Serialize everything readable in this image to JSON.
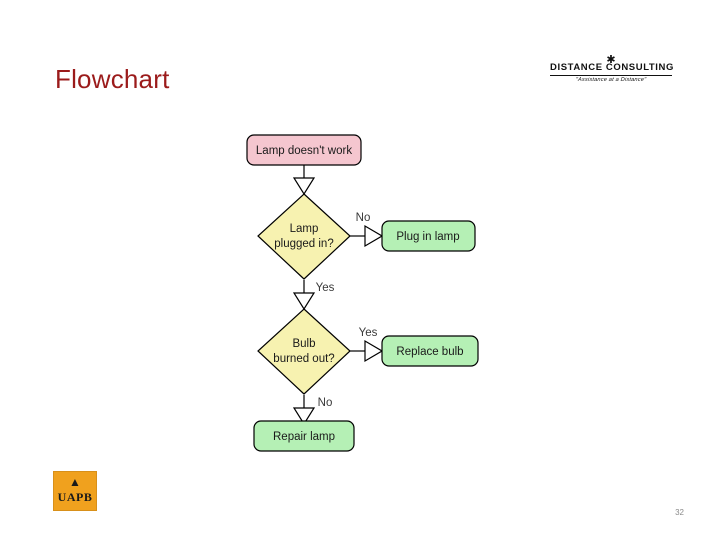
{
  "slide": {
    "title": "Flowchart",
    "title_color": "#9b1b1b",
    "page_number": "32"
  },
  "brand": {
    "name": "DISTANCE CONSULTING",
    "tagline": "\"Assistance at a Distance\"",
    "star_icon": "star-icon"
  },
  "org_logo": {
    "letters": "UAPB",
    "mark": "mountain-icon",
    "bg_color": "#f0a11e"
  },
  "chart_data": {
    "type": "flowchart",
    "title": "Flowchart",
    "nodes": [
      {
        "id": "n1",
        "label": "Lamp doesn't work",
        "shape": "rounded-rect",
        "fill": "#f5c6cf",
        "stroke": "#000000"
      },
      {
        "id": "n2",
        "label": "Lamp\nplugged in?",
        "shape": "diamond",
        "fill": "#f7f2b0",
        "stroke": "#000000"
      },
      {
        "id": "n3",
        "label": "Plug in lamp",
        "shape": "rounded-rect",
        "fill": "#b5f0b5",
        "stroke": "#000000"
      },
      {
        "id": "n4",
        "label": "Bulb\nburned out?",
        "shape": "diamond",
        "fill": "#f7f2b0",
        "stroke": "#000000"
      },
      {
        "id": "n5",
        "label": "Replace bulb",
        "shape": "rounded-rect",
        "fill": "#b5f0b5",
        "stroke": "#000000"
      },
      {
        "id": "n6",
        "label": "Repair lamp",
        "shape": "rounded-rect",
        "fill": "#b5f0b5",
        "stroke": "#000000"
      }
    ],
    "node_labels": {
      "n1": "Lamp doesn't work",
      "n2_line1": "Lamp",
      "n2_line2": "plugged in?",
      "n3": "Plug in lamp",
      "n4_line1": "Bulb",
      "n4_line2": "burned out?",
      "n5": "Replace bulb",
      "n6": "Repair lamp"
    },
    "edges": [
      {
        "from": "n1",
        "to": "n2",
        "label": ""
      },
      {
        "from": "n2",
        "to": "n3",
        "label": "No"
      },
      {
        "from": "n2",
        "to": "n4",
        "label": "Yes"
      },
      {
        "from": "n4",
        "to": "n5",
        "label": "Yes"
      },
      {
        "from": "n4",
        "to": "n6",
        "label": "No"
      }
    ],
    "edge_labels": {
      "e_no_plug": "No",
      "e_yes_plug": "Yes",
      "e_yes_bulb": "Yes",
      "e_no_bulb": "No"
    }
  }
}
